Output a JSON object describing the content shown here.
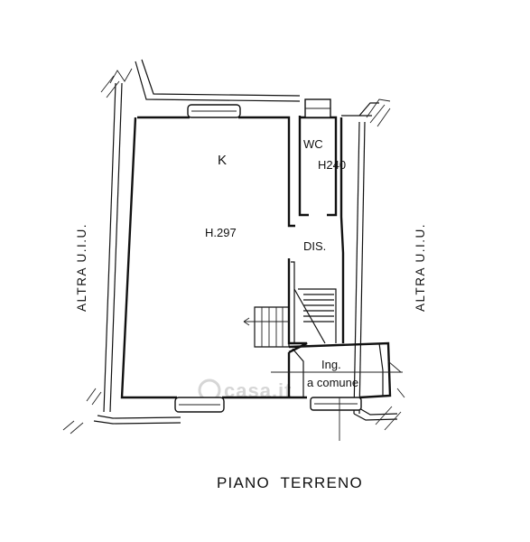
{
  "plan": {
    "title": "PIANO  TERRENO",
    "rooms": {
      "kitchen": "K",
      "kitchen_height": "H.297",
      "wc": "WC",
      "wc_height": "H240",
      "disimpegno": "DIS.",
      "ingresso_line1": "Ing.",
      "ingresso_line2": "a comune"
    },
    "neighbors": {
      "left": "ALTRA U.I.U.",
      "right": "ALTRA U.I.U."
    },
    "watermark": "casa.it"
  }
}
